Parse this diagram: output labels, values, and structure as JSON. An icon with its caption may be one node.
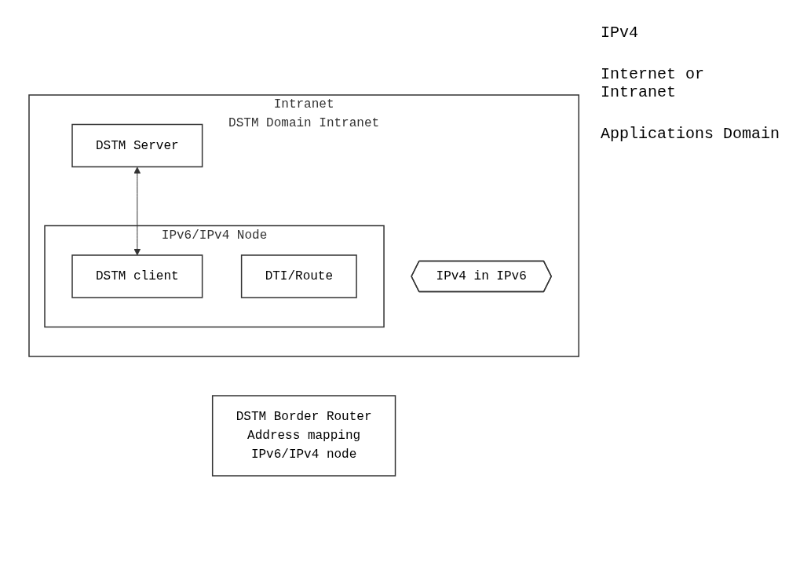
{
  "diagram": {
    "nodes": [
      {
        "text": [
          "Intranet",
          "DSTM Domain Intranet"
        ]
      },
      {
        "text": [
          "DSTM Server"
        ],
        "in": 0
      },
      {
        "text": [
          "IPv6/IPv4 Node"
        ],
        "in": 0
      },
      {
        "text": [
          "DSTM client"
        ],
        "in": 2
      },
      {
        "text": [
          "DTI/Route"
        ],
        "in": 2
      },
      {
        "text": [
          "IPv4 in IPv6"
        ],
        "in": 0
      },
      {
        "text": [
          "DSTM Border Router",
          "Address mapping",
          "IPv6/IPv4 node"
        ]
      }
    ],
    "edges": [
      {
        "from": 1,
        "to": 3,
        "arrow": "both"
      }
    ],
    "labels": [
      "IPv4",
      "Internet or Intranet",
      "Applications Domain"
    ]
  }
}
